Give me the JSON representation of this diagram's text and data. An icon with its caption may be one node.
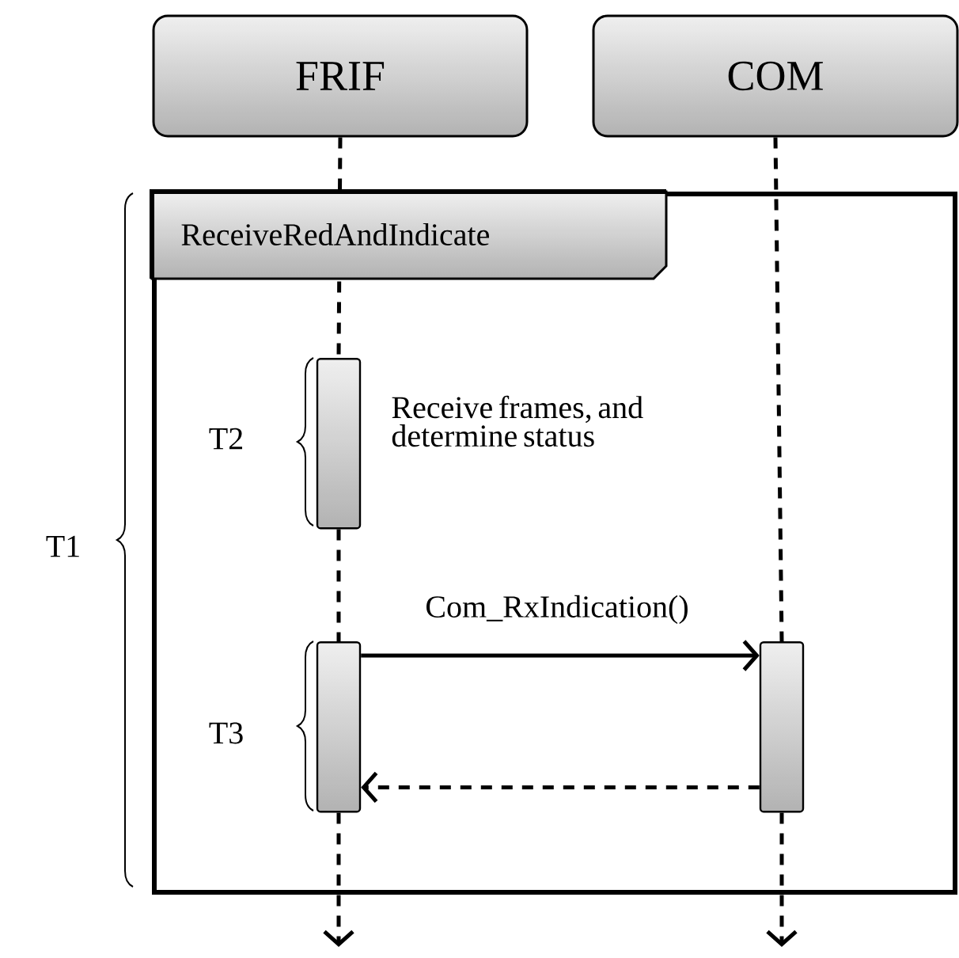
{
  "diagram": {
    "nodes": [
      {
        "text": [
          "FRIF"
        ]
      },
      {
        "text": [
          "COM"
        ]
      },
      {
        "text": [
          "ReceiveRedAndIndicate"
        ]
      },
      {
        "text": [],
        "shape": "bar",
        "in": 2,
        "beside": [
          "Receive frames, and determine status"
        ]
      },
      {
        "text": [],
        "shape": "bar",
        "in": 2
      },
      {
        "text": [],
        "shape": "bar",
        "in": 2
      }
    ],
    "edges": [
      {
        "from": 0,
        "to": 3,
        "arrow": "none",
        "style": "dashed"
      },
      {
        "from": 3,
        "to": 4,
        "arrow": "none",
        "style": "dashed"
      },
      {
        "from": 4,
        "to": null,
        "arrow": "to",
        "style": "dashed"
      },
      {
        "from": 1,
        "to": 5,
        "arrow": "none",
        "style": "dashed"
      },
      {
        "from": 5,
        "to": null,
        "arrow": "to",
        "style": "dashed"
      },
      {
        "from": 4,
        "to": 5,
        "arrow": "to",
        "label": "Com_RxIndication()"
      },
      {
        "from": 5,
        "to": 4,
        "arrow": "to",
        "style": "dashed"
      }
    ],
    "labels": [
      "T1",
      "T2",
      "T3"
    ]
  }
}
